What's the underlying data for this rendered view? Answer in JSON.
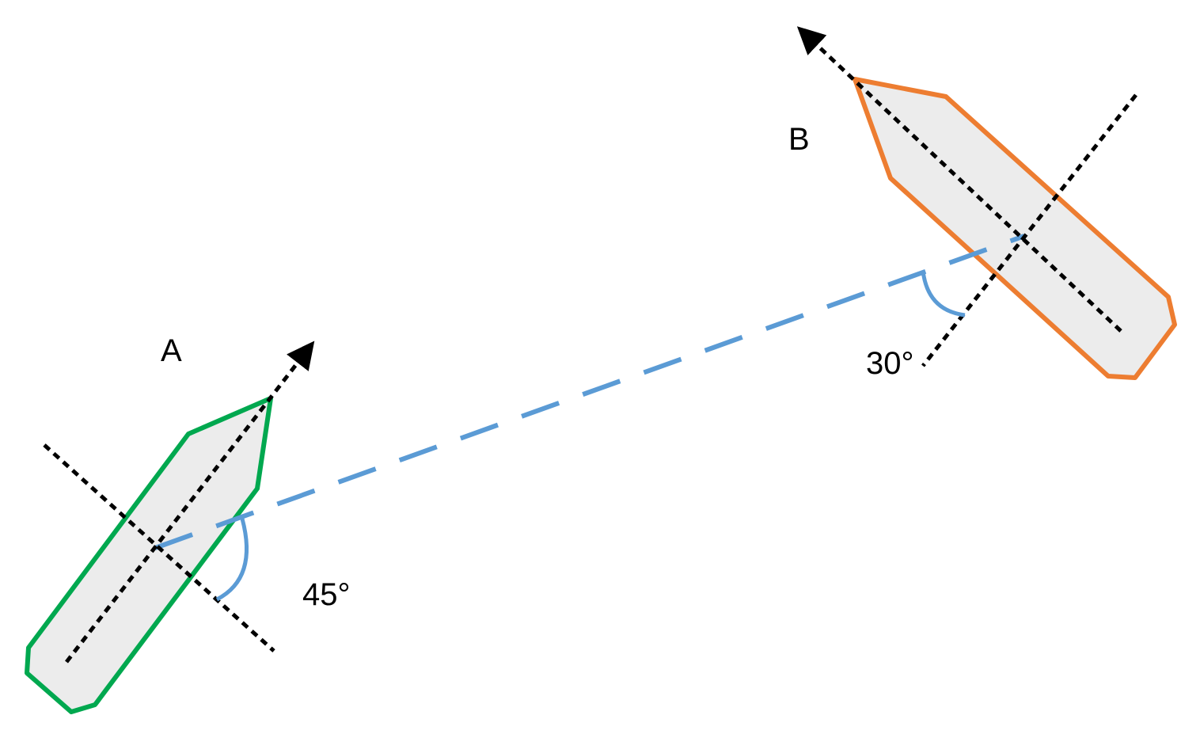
{
  "labels": {
    "ship_a": "A",
    "ship_b": "B",
    "angle_a": "45°",
    "angle_b": "30°"
  },
  "colors": {
    "ship_a_outline": "#00a84f",
    "ship_b_outline": "#ed7d31",
    "hull_fill": "#ececec",
    "sight_line": "#5b9bd5",
    "axis_line": "#000000"
  }
}
